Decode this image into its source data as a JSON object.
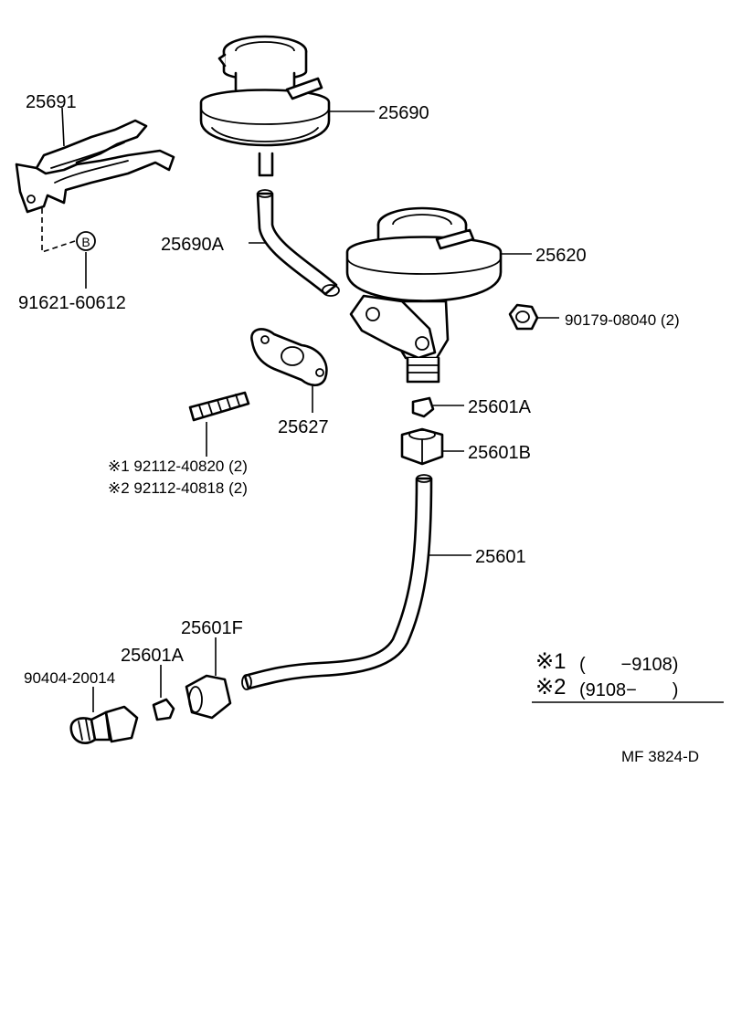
{
  "parts": {
    "p25691": "25691",
    "p25690": "25690",
    "p25690A": "25690A",
    "p25620": "25620",
    "p91621": "91621-60612",
    "callout_b": "B",
    "p90179": "90179-08040 (2)",
    "p25627": "25627",
    "p25601A_top": "25601A",
    "p25601B": "25601B",
    "stud1": "※1 92112-40820 (2)",
    "stud2": "※2 92112-40818 (2)",
    "p25601": "25601",
    "p25601F": "25601F",
    "p25601A_bottom": "25601A",
    "p90404": "90404-20014"
  },
  "legend": {
    "row1_mark": "※1",
    "row1_range": "(       −9108)",
    "row2_mark": "※2",
    "row2_range": "(9108−       )"
  },
  "figure_code": "MF 3824-D"
}
